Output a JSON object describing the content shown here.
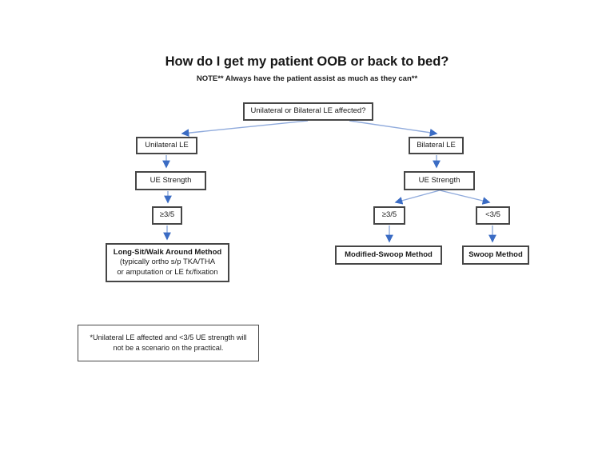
{
  "header": {
    "title": "How do I get my patient OOB or back to bed?",
    "note": "NOTE** Always have the patient assist as much as they can**"
  },
  "nodes": {
    "question": {
      "label": "Unilateral or Bilateral LE affected?"
    },
    "unilateral": {
      "label": "Unilateral LE"
    },
    "bilateral": {
      "label": "Bilateral LE"
    },
    "ue_strength_left": {
      "label": "UE Strength"
    },
    "ue_strength_right": {
      "label": "UE Strength"
    },
    "ge_35_left": {
      "label": "≥3/5"
    },
    "ge_35_right": {
      "label": "≥3/5"
    },
    "lt_35": {
      "label": "<3/5"
    },
    "long_sit": {
      "title": "Long-Sit/Walk Around Method",
      "detail1": "(typically ortho s/p TKA/THA",
      "detail2": "or amputation or LE fx/fixation"
    },
    "modified_swoop": {
      "label": "Modified-Swoop Method"
    },
    "swoop": {
      "label": "Swoop Method"
    }
  },
  "footnote": {
    "line1": "*Unilateral LE affected and <3/5 UE strength will",
    "line2": "not be a scenario on the practical."
  },
  "colors": {
    "arrow_line": "#8faadc",
    "arrow_head": "#3b6cc4",
    "box_border": "#464646",
    "text": "#1a1a1a"
  }
}
